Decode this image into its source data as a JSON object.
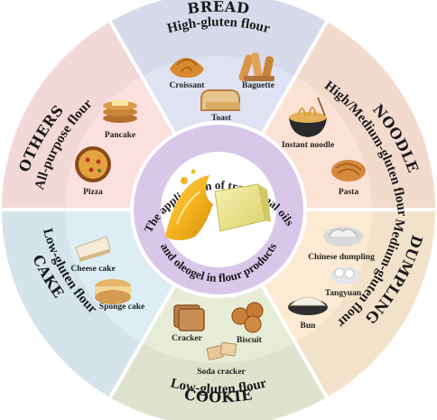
{
  "center": {
    "caption": "The application of traditional oils and oleogel in flour products"
  },
  "segments": [
    {
      "id": "bread",
      "title": "BREAD",
      "subtitle": "High-gluten flour",
      "fill": "#dfe2f3",
      "foods": [
        "Croissant",
        "Baguette",
        "Toast"
      ]
    },
    {
      "id": "noodle",
      "title": "NOODLE",
      "subtitle": "High/Medium-gluten flour",
      "fill": "#fbe2d4",
      "foods": [
        "Instant noodle",
        "Pasta"
      ]
    },
    {
      "id": "dumpling",
      "title": "DUMPLING",
      "subtitle": "Medium-gluten flour",
      "fill": "#fcebd2",
      "foods": [
        "Chinese dumpling",
        "Tangyuan",
        "Bun"
      ]
    },
    {
      "id": "cookie",
      "title": "COOKIE",
      "subtitle": "Low-gluten flour",
      "fill": "#e7ecd6",
      "foods": [
        "Cracker",
        "Biscuit",
        "Soda cracker"
      ]
    },
    {
      "id": "cake",
      "title": "CAKE",
      "subtitle": "Low-gluten flour",
      "fill": "#dcedf3",
      "foods": [
        "Cheese cake",
        "Sponge cake"
      ]
    },
    {
      "id": "others",
      "title": "OTHERS",
      "subtitle": "All-purpose flour",
      "fill": "#fbe0de",
      "foods": [
        "Pancake",
        "Pizza"
      ]
    }
  ],
  "colors": {
    "center_ring": "#d9c7ea",
    "center_core": "#ffffff",
    "divider": "#ffffff",
    "oil": "#f4b41f",
    "oleogel": "#efe88f"
  }
}
